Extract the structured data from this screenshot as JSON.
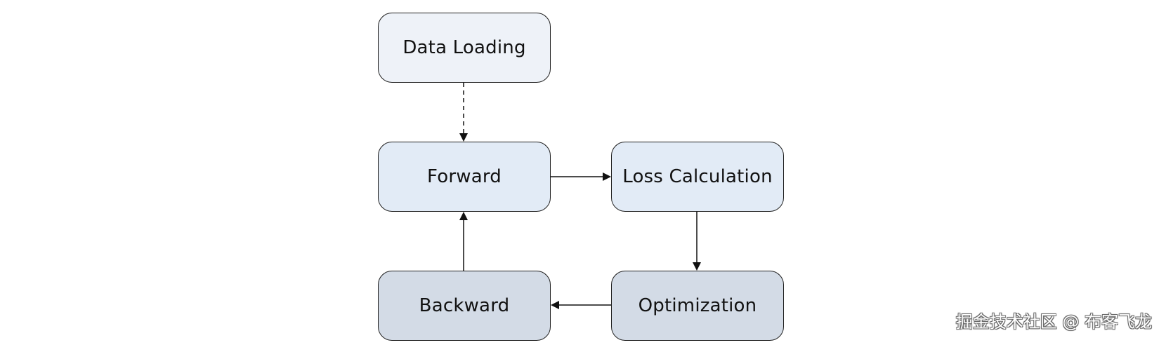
{
  "nodes": {
    "data_loading": {
      "label": "Data Loading",
      "fill": "#eef2f8"
    },
    "forward": {
      "label": "Forward",
      "fill": "#e2ebf6"
    },
    "loss_calculation": {
      "label": "Loss Calculation",
      "fill": "#e2ebf6"
    },
    "backward": {
      "label": "Backward",
      "fill": "#d3dbe6"
    },
    "optimization": {
      "label": "Optimization",
      "fill": "#d3dbe6"
    }
  },
  "edges": [
    {
      "from": "Data Loading",
      "to": "Forward",
      "style": "dashed"
    },
    {
      "from": "Forward",
      "to": "Loss Calculation",
      "style": "solid"
    },
    {
      "from": "Loss Calculation",
      "to": "Optimization",
      "style": "solid"
    },
    {
      "from": "Optimization",
      "to": "Backward",
      "style": "solid"
    },
    {
      "from": "Backward",
      "to": "Forward",
      "style": "solid"
    }
  ],
  "watermark": "掘金技术社区 @ 布客飞龙",
  "colors": {
    "border": "#1f1f1f",
    "arrow": "#111111",
    "text": "#111111"
  }
}
